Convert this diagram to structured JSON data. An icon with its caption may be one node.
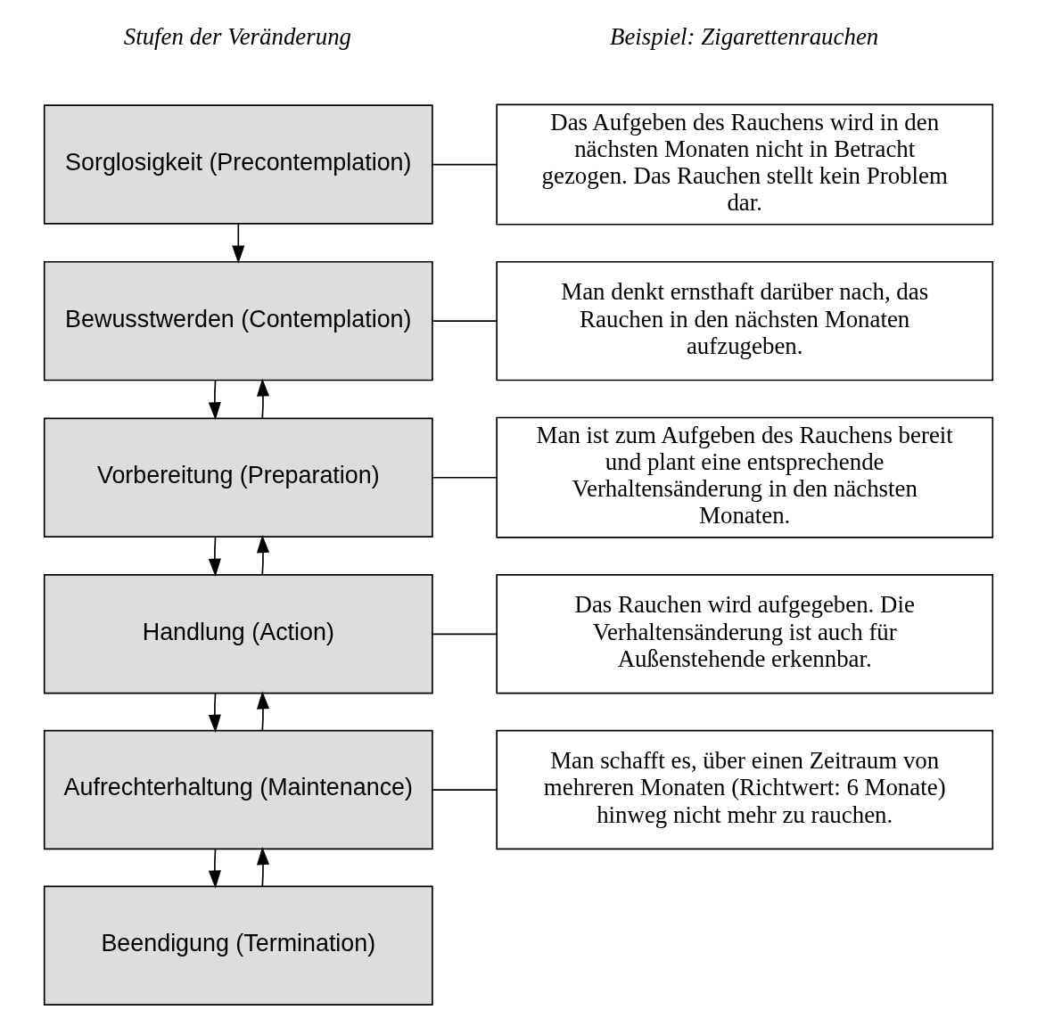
{
  "diagram": {
    "nodes": [
      {
        "text": [
          "Sorglosigkeit (Precontemplation)"
        ]
      },
      {
        "text": [
          "Bewusstwerden (Contemplation)"
        ]
      },
      {
        "text": [
          "Vorbereitung (Preparation)"
        ]
      },
      {
        "text": [
          "Handlung (Action)"
        ]
      },
      {
        "text": [
          "Aufrechterhaltung (Maintenance)"
        ]
      },
      {
        "text": [
          "Beendigung (Termination)"
        ]
      },
      {
        "text": [
          "Das Aufgeben des Rauchens wird in den nächsten Monaten nicht in Betracht gezogen. Das Rauchen stellt kein Problem dar."
        ]
      },
      {
        "text": [
          "Man denkt ernsthaft darüber nach, das Rauchen in den nächsten Monaten aufzugeben."
        ]
      },
      {
        "text": [
          "Man ist zum Aufgeben des Rauchens bereit und plant eine entsprechende Verhaltensänderung in den nächsten Monaten."
        ]
      },
      {
        "text": [
          "Das Rauchen wird aufgegeben. Die Verhaltensänderung ist auch für Außenstehende erkennbar."
        ]
      },
      {
        "text": [
          "Man schafft es, über einen Zeitraum von mehreren Monaten (Richtwert: 6 Monate) hinweg nicht mehr zu rauchen."
        ]
      }
    ],
    "edges": [
      {
        "from": 0,
        "to": 1,
        "arrow": "to"
      },
      {
        "from": 1,
        "to": 2,
        "arrow": "to"
      },
      {
        "from": 2,
        "to": 1,
        "arrow": "to"
      },
      {
        "from": 2,
        "to": 3,
        "arrow": "to"
      },
      {
        "from": 3,
        "to": 2,
        "arrow": "to"
      },
      {
        "from": 3,
        "to": 4,
        "arrow": "to"
      },
      {
        "from": 4,
        "to": 3,
        "arrow": "to"
      },
      {
        "from": 4,
        "to": 5,
        "arrow": "to"
      },
      {
        "from": 5,
        "to": 4,
        "arrow": "to"
      },
      {
        "from": 0,
        "to": 6,
        "arrow": "none"
      },
      {
        "from": 1,
        "to": 7,
        "arrow": "none"
      },
      {
        "from": 2,
        "to": 8,
        "arrow": "none"
      },
      {
        "from": 3,
        "to": 9,
        "arrow": "none"
      },
      {
        "from": 4,
        "to": 10,
        "arrow": "none"
      }
    ],
    "labels": [
      "Stufen der Veränderung",
      "Beispiel: Zigarettenrauchen"
    ]
  }
}
